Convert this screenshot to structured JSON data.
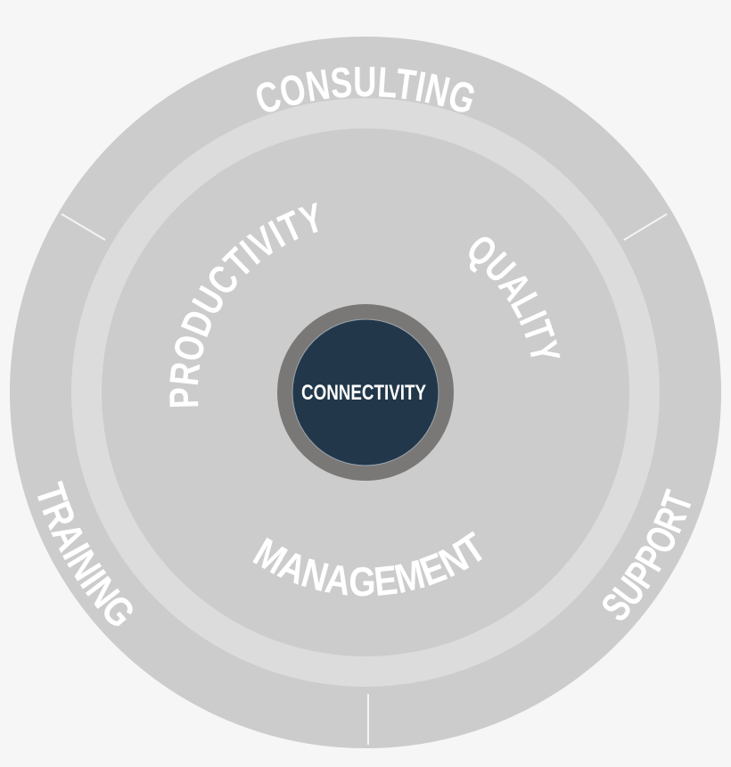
{
  "colors": {
    "background": "#f6f6f6",
    "outer_band": "#cccccc",
    "light_ring": "#dcdcdc",
    "inner_disc": "#cccccc",
    "hub_ring": "#7a7876",
    "hub_core": "#22384a",
    "text": "#ffffff",
    "divider": "#f4f4f4"
  },
  "outer_ring": {
    "labels": [
      {
        "id": "consulting",
        "text": "CONSULTING"
      },
      {
        "id": "training",
        "text": "TRAINING"
      },
      {
        "id": "support",
        "text": "SUPPORT"
      }
    ]
  },
  "inner_ring": {
    "labels": [
      {
        "id": "productivity",
        "text": "PRODUCTIVITY"
      },
      {
        "id": "quality",
        "text": "QUALITY"
      },
      {
        "id": "management",
        "text": "MANAGEMENT"
      }
    ]
  },
  "hub": {
    "label": "CONNECTIVITY"
  }
}
